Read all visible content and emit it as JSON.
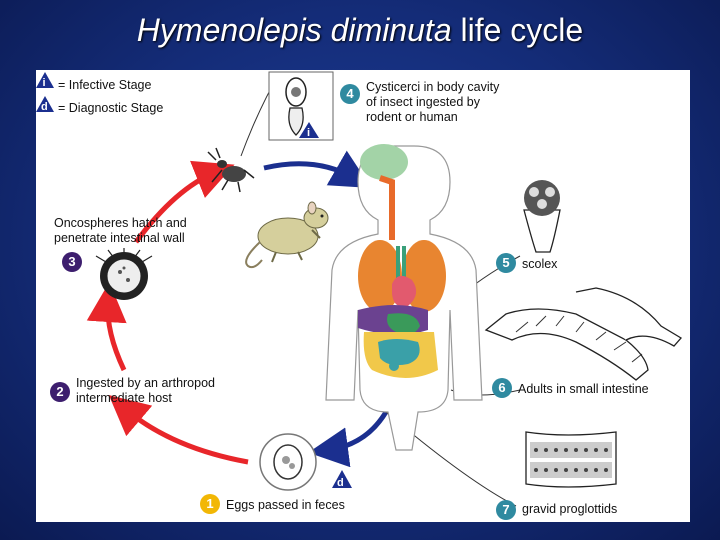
{
  "title": {
    "italic": "Hymenolepis diminuta",
    "rest": " life cycle"
  },
  "legend": {
    "infective_letter": "i",
    "infective_label": "= Infective Stage",
    "diagnostic_letter": "d",
    "diagnostic_label": "= Diagnostic Stage"
  },
  "steps": [
    {
      "num": "1",
      "text": "Eggs passed in feces"
    },
    {
      "num": "2",
      "text": "Ingested by an arthropod",
      "text2": "intermediate host"
    },
    {
      "num": "3",
      "text": "Oncospheres hatch and",
      "text2": "penetrate intestinal wall"
    },
    {
      "num": "4",
      "text": "Cysticerci in body cavity",
      "text2": "of insect ingested by",
      "text3": "rodent or human"
    },
    {
      "num": "5",
      "text": "scolex"
    },
    {
      "num": "6",
      "text": "Adults in small intestine"
    },
    {
      "num": "7",
      "text": "gravid proglottids"
    }
  ],
  "markers": {
    "infective": "i",
    "diagnostic": "d"
  },
  "colors": {
    "arrow_red": "#e8262a",
    "arrow_blue": "#1b2f8f",
    "badge_purple": "#3d1e6e",
    "badge_teal": "#2f8aa0",
    "badge_yellow": "#f2b705"
  }
}
